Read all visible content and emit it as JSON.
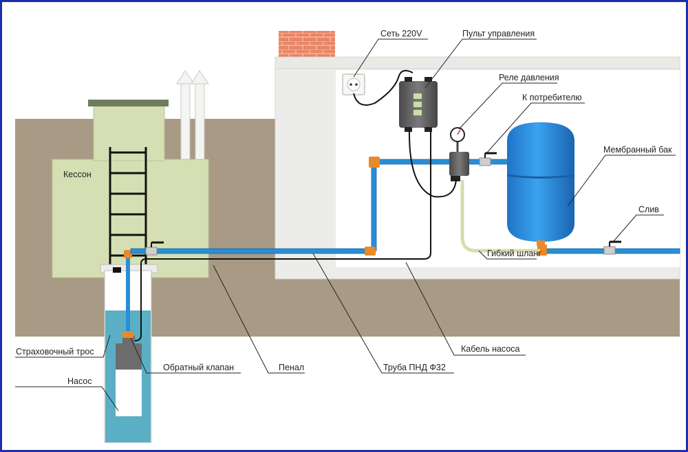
{
  "labels": {
    "caisson": "Кессон",
    "mains": "Сеть 220V",
    "control_panel": "Пульт управления",
    "pressure_switch": "Реле давления",
    "to_consumer": "К потребителю",
    "membrane_tank": "Мембранный бак",
    "drain": "Слив",
    "flexible_hose": "Гибкий шланг",
    "pump_cable": "Кабель насоса",
    "hdpe_pipe": "Труба ПНД Ф32",
    "casing": "Пенал",
    "check_valve": "Обратный клапан",
    "safety_rope": "Страховочный трос",
    "pump": "Насос"
  },
  "colors": {
    "border": "#1a2fa8",
    "soil": "#a89a84",
    "house_wall": "#ececea",
    "brick": "#e88566",
    "caisson": "#d5dfb3",
    "caisson_top": "#b8c48f",
    "water": "#5aafc4",
    "pipe": "#2a8ed6",
    "pipe_edge": "#1566a8",
    "tank": "#2c8fe0",
    "fitting": "#e8892a",
    "hose": "#d6dcae",
    "cable": "#111111",
    "device": "#555555"
  }
}
